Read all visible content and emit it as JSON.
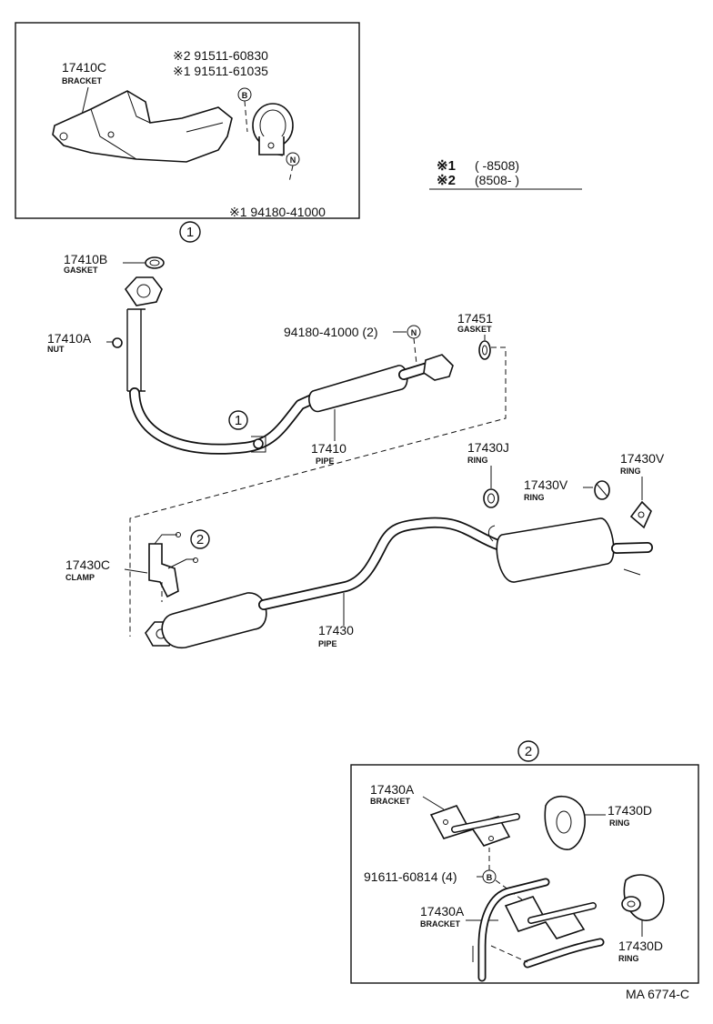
{
  "detail1": {
    "marker": "1",
    "bracket_part": "17410C",
    "bracket_name": "BRACKET",
    "bolt_note_2": "※2  91511-60830",
    "bolt_note_1": "※1  91511-61035",
    "nut_note_1": "※1  94180-41000",
    "mark_b": "B",
    "mark_n": "N"
  },
  "legend": {
    "row1_mark": "※1",
    "row1_text": "(       -8508)",
    "row2_mark": "※2",
    "row2_text": "(8508-        )"
  },
  "main": {
    "gasket_b_part": "17410B",
    "gasket_b_name": "GASKET",
    "nut_part": "17410A",
    "nut_name": "NUT",
    "nut_n_callout": "94180-41000 (2)",
    "mark_n": "N",
    "gasket_part": "17451",
    "gasket_name": "GASKET",
    "front_pipe_part": "17410",
    "front_pipe_name": "PIPE",
    "marker_1": "1",
    "ring_j_part": "17430J",
    "ring_j_name": "RING",
    "ring_v1_part": "17430V",
    "ring_v1_name": "RING",
    "ring_v2_part": "17430V",
    "ring_v2_name": "RING",
    "clamp_part": "17430C",
    "clamp_name": "CLAMP",
    "marker_2": "2",
    "tail_pipe_part": "17430",
    "tail_pipe_name": "PIPE"
  },
  "detail2": {
    "marker": "2",
    "bracket1_part": "17430A",
    "bracket1_name": "BRACKET",
    "bolt_callout": "91611-60814 (4)",
    "mark_b": "B",
    "bracket2_part": "17430A",
    "bracket2_name": "BRACKET",
    "ring1_part": "17430D",
    "ring1_name": "RING",
    "ring2_part": "17430D",
    "ring2_name": "RING"
  },
  "footer": {
    "code": "MA 6774-C"
  }
}
